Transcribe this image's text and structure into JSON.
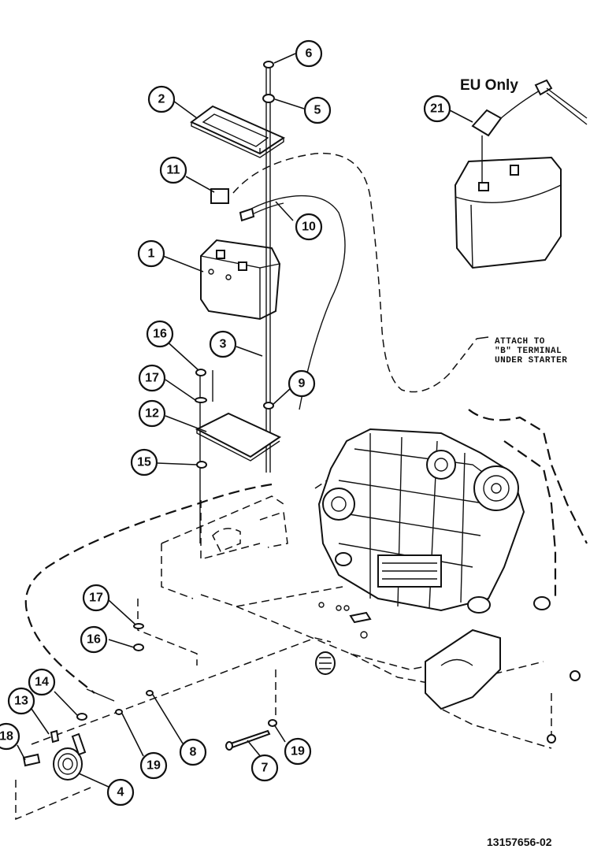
{
  "header": {
    "eu_label": "EU Only"
  },
  "note": {
    "lines": [
      "ATTACH TO",
      "\"B\" TERMINAL",
      "UNDER STARTER"
    ]
  },
  "figure_number": "13157656-02",
  "callouts": [
    "1",
    "2",
    "3",
    "4",
    "5",
    "6",
    "7",
    "8",
    "9",
    "10",
    "11",
    "12",
    "13",
    "14",
    "15",
    "16",
    "16",
    "17",
    "17",
    "18",
    "19",
    "19",
    "21"
  ]
}
